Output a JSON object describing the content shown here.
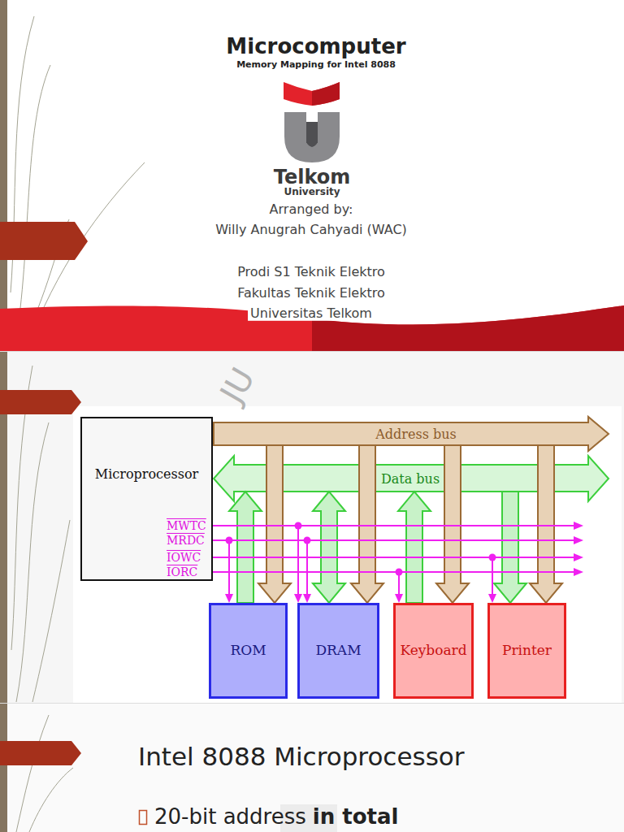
{
  "diagram": {
    "title": "Microcomputer",
    "nodes": [
      {
        "text": [
          "Microprocessor"
        ]
      },
      {
        "text": [
          "Address bus"
        ]
      },
      {
        "text": [
          "Data bus"
        ]
      },
      {
        "text": [
          "ROM"
        ]
      },
      {
        "text": [
          "DRAM"
        ]
      },
      {
        "text": [
          "Keyboard"
        ]
      },
      {
        "text": [
          "Printer"
        ]
      }
    ],
    "edges": [
      {
        "from": 1,
        "to": 3,
        "arrow": "to"
      },
      {
        "from": 1,
        "to": 4,
        "arrow": "to"
      },
      {
        "from": 1,
        "to": 5,
        "arrow": "to"
      },
      {
        "from": 1,
        "to": 6,
        "arrow": "to"
      },
      {
        "from": 3,
        "to": 2,
        "arrow": "to"
      },
      {
        "from": 2,
        "to": 4,
        "arrow": "both"
      },
      {
        "from": 5,
        "to": 2,
        "arrow": "to"
      },
      {
        "from": 2,
        "to": 6,
        "arrow": "to"
      }
    ],
    "labels": [
      "Memory Mapping for Intel 8088",
      "Telkom",
      "University",
      "Arranged by:",
      "Willy Anugrah Cahyadi (WAC)",
      "Prodi S1 Teknik Elektro",
      "Fakultas Teknik Elektro",
      "Universitas Telkom",
      "JU",
      "MWTC",
      "MRDC",
      "IOWC",
      "IORC",
      "Intel 8088 Microprocessor",
      "20-bit address",
      "in total"
    ]
  }
}
